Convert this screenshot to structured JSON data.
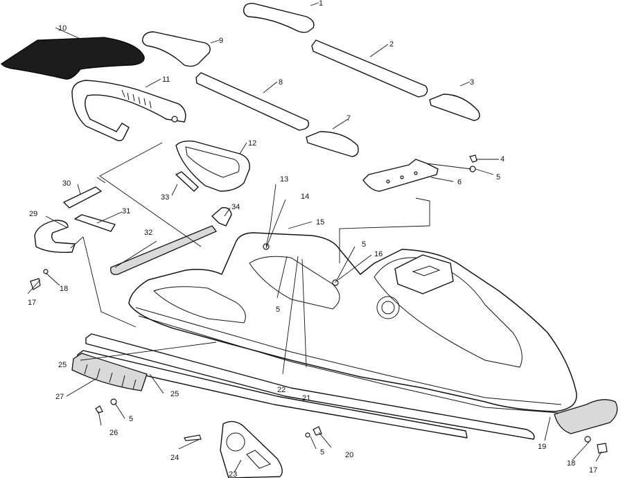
{
  "callouts": [
    {
      "id": "1"
    },
    {
      "id": "2"
    },
    {
      "id": "3"
    },
    {
      "id": "4"
    },
    {
      "id": "5"
    },
    {
      "id": "6"
    },
    {
      "id": "7"
    },
    {
      "id": "8"
    },
    {
      "id": "9"
    },
    {
      "id": "10"
    },
    {
      "id": "11"
    },
    {
      "id": "12"
    },
    {
      "id": "13"
    },
    {
      "id": "14"
    },
    {
      "id": "15"
    },
    {
      "id": "16"
    },
    {
      "id": "17"
    },
    {
      "id": "18"
    },
    {
      "id": "19"
    },
    {
      "id": "20"
    },
    {
      "id": "21"
    },
    {
      "id": "22"
    },
    {
      "id": "23"
    },
    {
      "id": "24"
    },
    {
      "id": "25"
    },
    {
      "id": "26"
    },
    {
      "id": "27"
    },
    {
      "id": "29"
    },
    {
      "id": "30"
    },
    {
      "id": "31"
    },
    {
      "id": "32"
    },
    {
      "id": "33"
    },
    {
      "id": "34"
    }
  ],
  "labels": {
    "n1": "1",
    "n2": "2",
    "n3": "3",
    "n4": "4",
    "n5": "5",
    "n6": "6",
    "n7": "7",
    "n8": "8",
    "n9": "9",
    "n10": "10",
    "n11": "11",
    "n12": "12",
    "n13": "13",
    "n14": "14",
    "n15": "15",
    "n16": "16",
    "n17": "17",
    "n18": "18",
    "n19": "19",
    "n20": "20",
    "n21": "21",
    "n22": "22",
    "n23": "23",
    "n24": "24",
    "n25": "25",
    "n26": "26",
    "n27": "27",
    "n29": "29",
    "n30": "30",
    "n31": "31",
    "n32": "32",
    "n33": "33",
    "n34": "34"
  },
  "colors": {
    "line": "#111111",
    "background": "#ffffff",
    "fill_dark": "#1c1c1c",
    "fill_grey": "#d9d9d9"
  }
}
